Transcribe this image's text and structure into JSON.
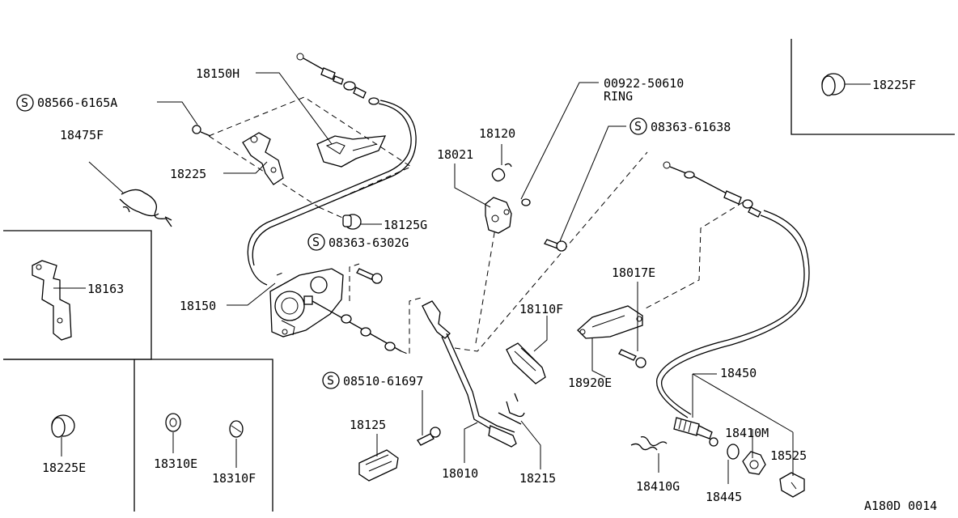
{
  "labels": {
    "p18150h": "18150H",
    "s08566": "08566-6165A",
    "p18475f": "18475F",
    "p18225": "18225",
    "p18125g": "18125G",
    "s08363_6302": "08363-6302G",
    "p18163": "18163",
    "p18150": "18150",
    "p18225e": "18225E",
    "p18310e": "18310E",
    "p18310f": "18310F",
    "p00922": "00922-50610",
    "ring": "RING",
    "p18120": "18120",
    "p18021": "18021",
    "s08363_61638": "08363-61638",
    "p18225f": "18225F",
    "p18017e": "18017E",
    "p18110f": "18110F",
    "p18920e": "18920E",
    "s08510": "08510-61697",
    "p18125": "18125",
    "p18010": "18010",
    "p18215": "18215",
    "p18450": "18450",
    "p18410m": "18410M",
    "p18525": "18525",
    "p18410g": "18410G",
    "p18445": "18445",
    "code": "A180D 0014"
  },
  "screw_symbol": "S"
}
